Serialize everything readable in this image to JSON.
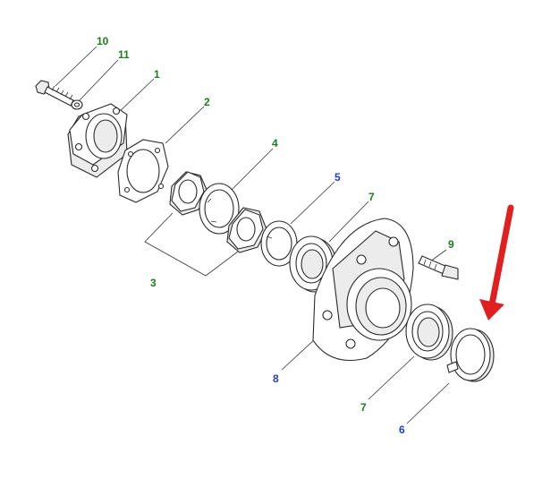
{
  "callouts": [
    {
      "id": "10",
      "text": "10",
      "color": "#1a7f1a"
    },
    {
      "id": "11",
      "text": "11",
      "color": "#1a7f1a"
    },
    {
      "id": "1",
      "text": "1",
      "color": "#1a7f1a"
    },
    {
      "id": "2",
      "text": "2",
      "color": "#1a7f1a"
    },
    {
      "id": "4",
      "text": "4",
      "color": "#1a7f1a"
    },
    {
      "id": "5",
      "text": "5",
      "color": "#1f3fbf"
    },
    {
      "id": "7a",
      "text": "7",
      "color": "#1a7f1a"
    },
    {
      "id": "9",
      "text": "9",
      "color": "#1a7f1a"
    },
    {
      "id": "3",
      "text": "3",
      "color": "#1a7f1a"
    },
    {
      "id": "8",
      "text": "8",
      "color": "#1f3fbf"
    },
    {
      "id": "7b",
      "text": "7",
      "color": "#1a7f1a"
    },
    {
      "id": "6",
      "text": "6",
      "color": "#1f3fbf"
    }
  ],
  "parts": [
    {
      "id": "bolt",
      "icon": "bolt-icon"
    },
    {
      "id": "washer",
      "icon": "washer-icon"
    },
    {
      "id": "housing",
      "icon": "bearing-housing-icon"
    },
    {
      "id": "gasket",
      "icon": "gasket-icon"
    },
    {
      "id": "nut-outer",
      "icon": "hex-nut-icon"
    },
    {
      "id": "lock-washer",
      "icon": "lock-washer-icon"
    },
    {
      "id": "nut-inner",
      "icon": "hex-nut-icon"
    },
    {
      "id": "thrust-ring",
      "icon": "thrust-ring-icon"
    },
    {
      "id": "bearing-inner",
      "icon": "bearing-icon"
    },
    {
      "id": "hub",
      "icon": "hub-flange-icon"
    },
    {
      "id": "stud",
      "icon": "wheel-stud-icon"
    },
    {
      "id": "bearing-outer",
      "icon": "bearing-icon"
    },
    {
      "id": "oil-seal",
      "icon": "oil-seal-icon"
    }
  ],
  "highlight": {
    "icon": "arrow-icon",
    "color": "#e02020"
  }
}
